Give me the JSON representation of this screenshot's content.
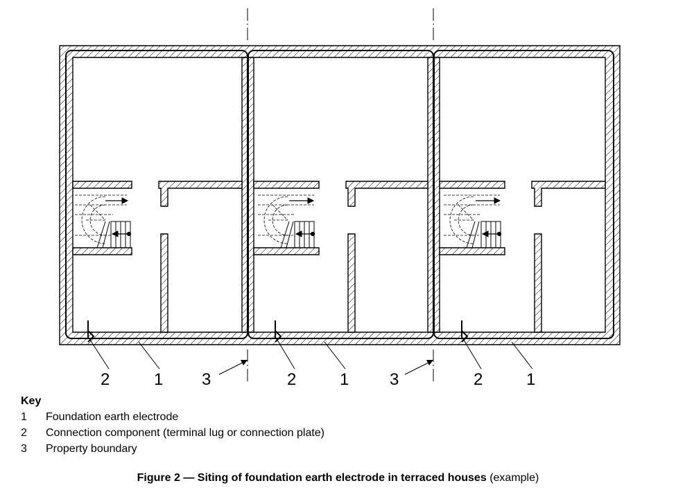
{
  "figure": {
    "callouts": {
      "house1": {
        "connection": "2",
        "electrode": "1",
        "boundary": "3"
      },
      "house2": {
        "connection": "2",
        "electrode": "1",
        "boundary": "3"
      },
      "house3": {
        "connection": "2",
        "electrode": "1"
      }
    }
  },
  "key": {
    "title": "Key",
    "items": [
      {
        "num": "1",
        "text": "Foundation earth electrode"
      },
      {
        "num": "2",
        "text": "Connection component (terminal lug or connection plate)"
      },
      {
        "num": "3",
        "text": "Property boundary"
      }
    ]
  },
  "caption": {
    "main": "Figure 2 — Siting of foundation earth electrode in terraced houses",
    "suffix": "(example)"
  },
  "colors": {
    "line": "#000000",
    "background": "#ffffff"
  }
}
